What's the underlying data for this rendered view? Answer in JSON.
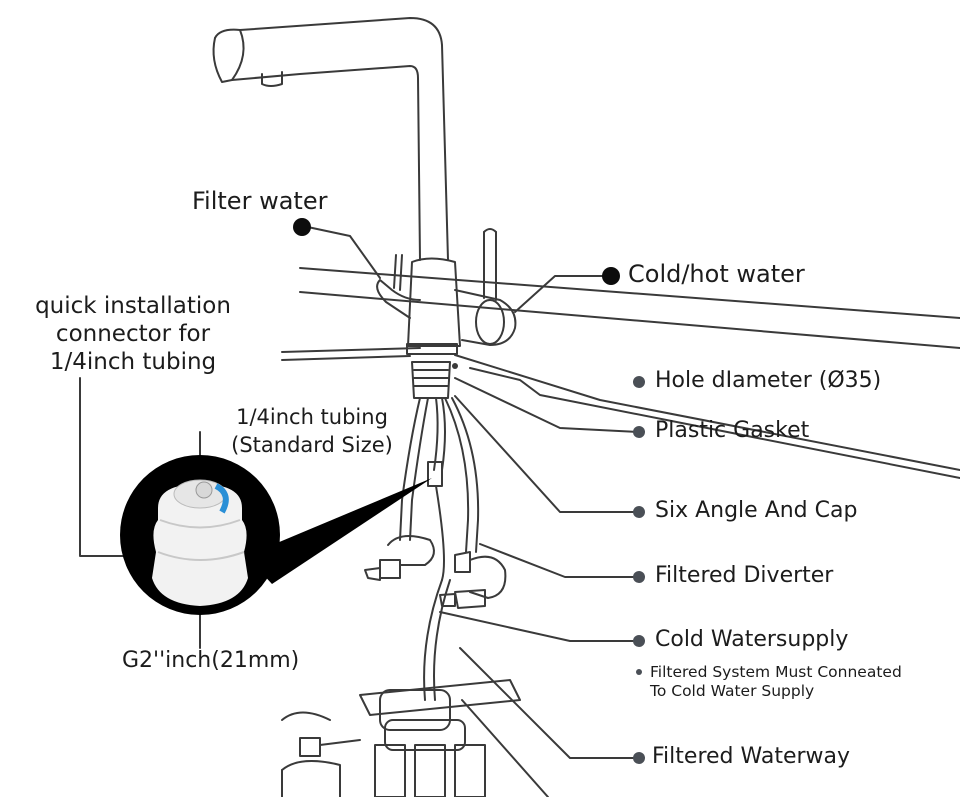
{
  "labels": {
    "filter_water": "Filter water",
    "cold_hot_water": "Cold/hot water",
    "quick_installation": [
      "quick installation",
      "connector for",
      "1/4inch tubing"
    ],
    "tubing": [
      "1/4inch tubing",
      "(Standard Size)"
    ],
    "g2_inch": "G2''inch(21mm)",
    "hole_diameter": "Hole dIameter (Ø35)",
    "plastic_gasket": "Plastic Gasket",
    "six_angle": "Six Angle And Cap",
    "filtered_diverter": "Filtered Diverter",
    "cold_watersupply": "Cold Watersupply",
    "cold_note": [
      "Filtered System Must Conneated",
      "To Cold Water Supply"
    ],
    "filtered_waterway": "Filtered Waterway"
  },
  "colors": {
    "line": "#3a3a3a",
    "bullet": "#4a4f56",
    "bullet_black": "#0d0d0d",
    "connector_blue": "#2a8fd6"
  }
}
